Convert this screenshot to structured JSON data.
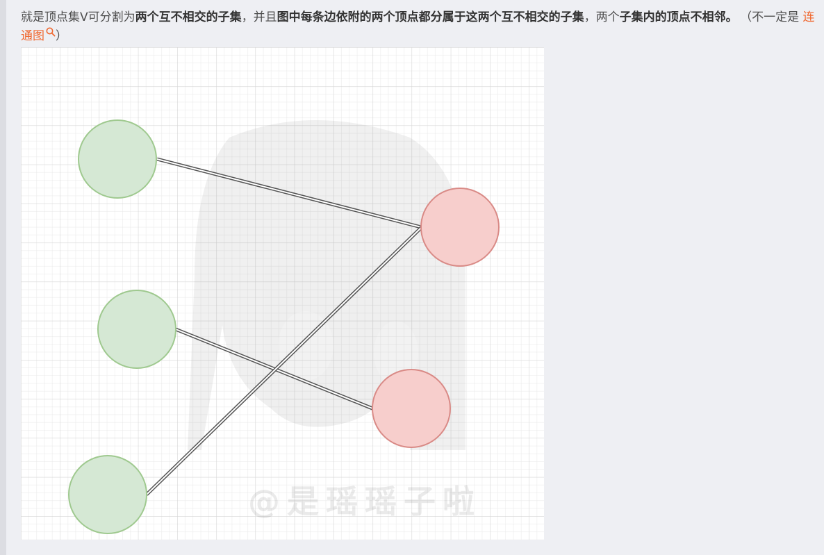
{
  "article": {
    "seg1": "就是顶点集V可分割为",
    "seg2": "两个互不相交的子集",
    "seg3": "，并且",
    "seg4": "图中每条边依附的两个顶点都分属于这两个互不相交的子集",
    "seg5": "，两个",
    "seg6": "子集内的顶点不相邻。",
    "paren_open": "（不一定是 ",
    "link": "连通图",
    "paren_close": "）"
  },
  "figure": {
    "watermark": "@是瑶瑶子啦",
    "colors": {
      "left_fill": "#d5e8d4",
      "left_stroke": "#9fc98f",
      "right_fill": "#f7cecc",
      "right_stroke": "#d98a86",
      "edge": "#555555",
      "link": "#f0672e"
    },
    "edges": [
      [
        "left-vertex-1",
        "right-vertex-1"
      ],
      [
        "left-vertex-2",
        "right-vertex-2"
      ],
      [
        "left-vertex-3",
        "right-vertex-1"
      ]
    ]
  }
}
